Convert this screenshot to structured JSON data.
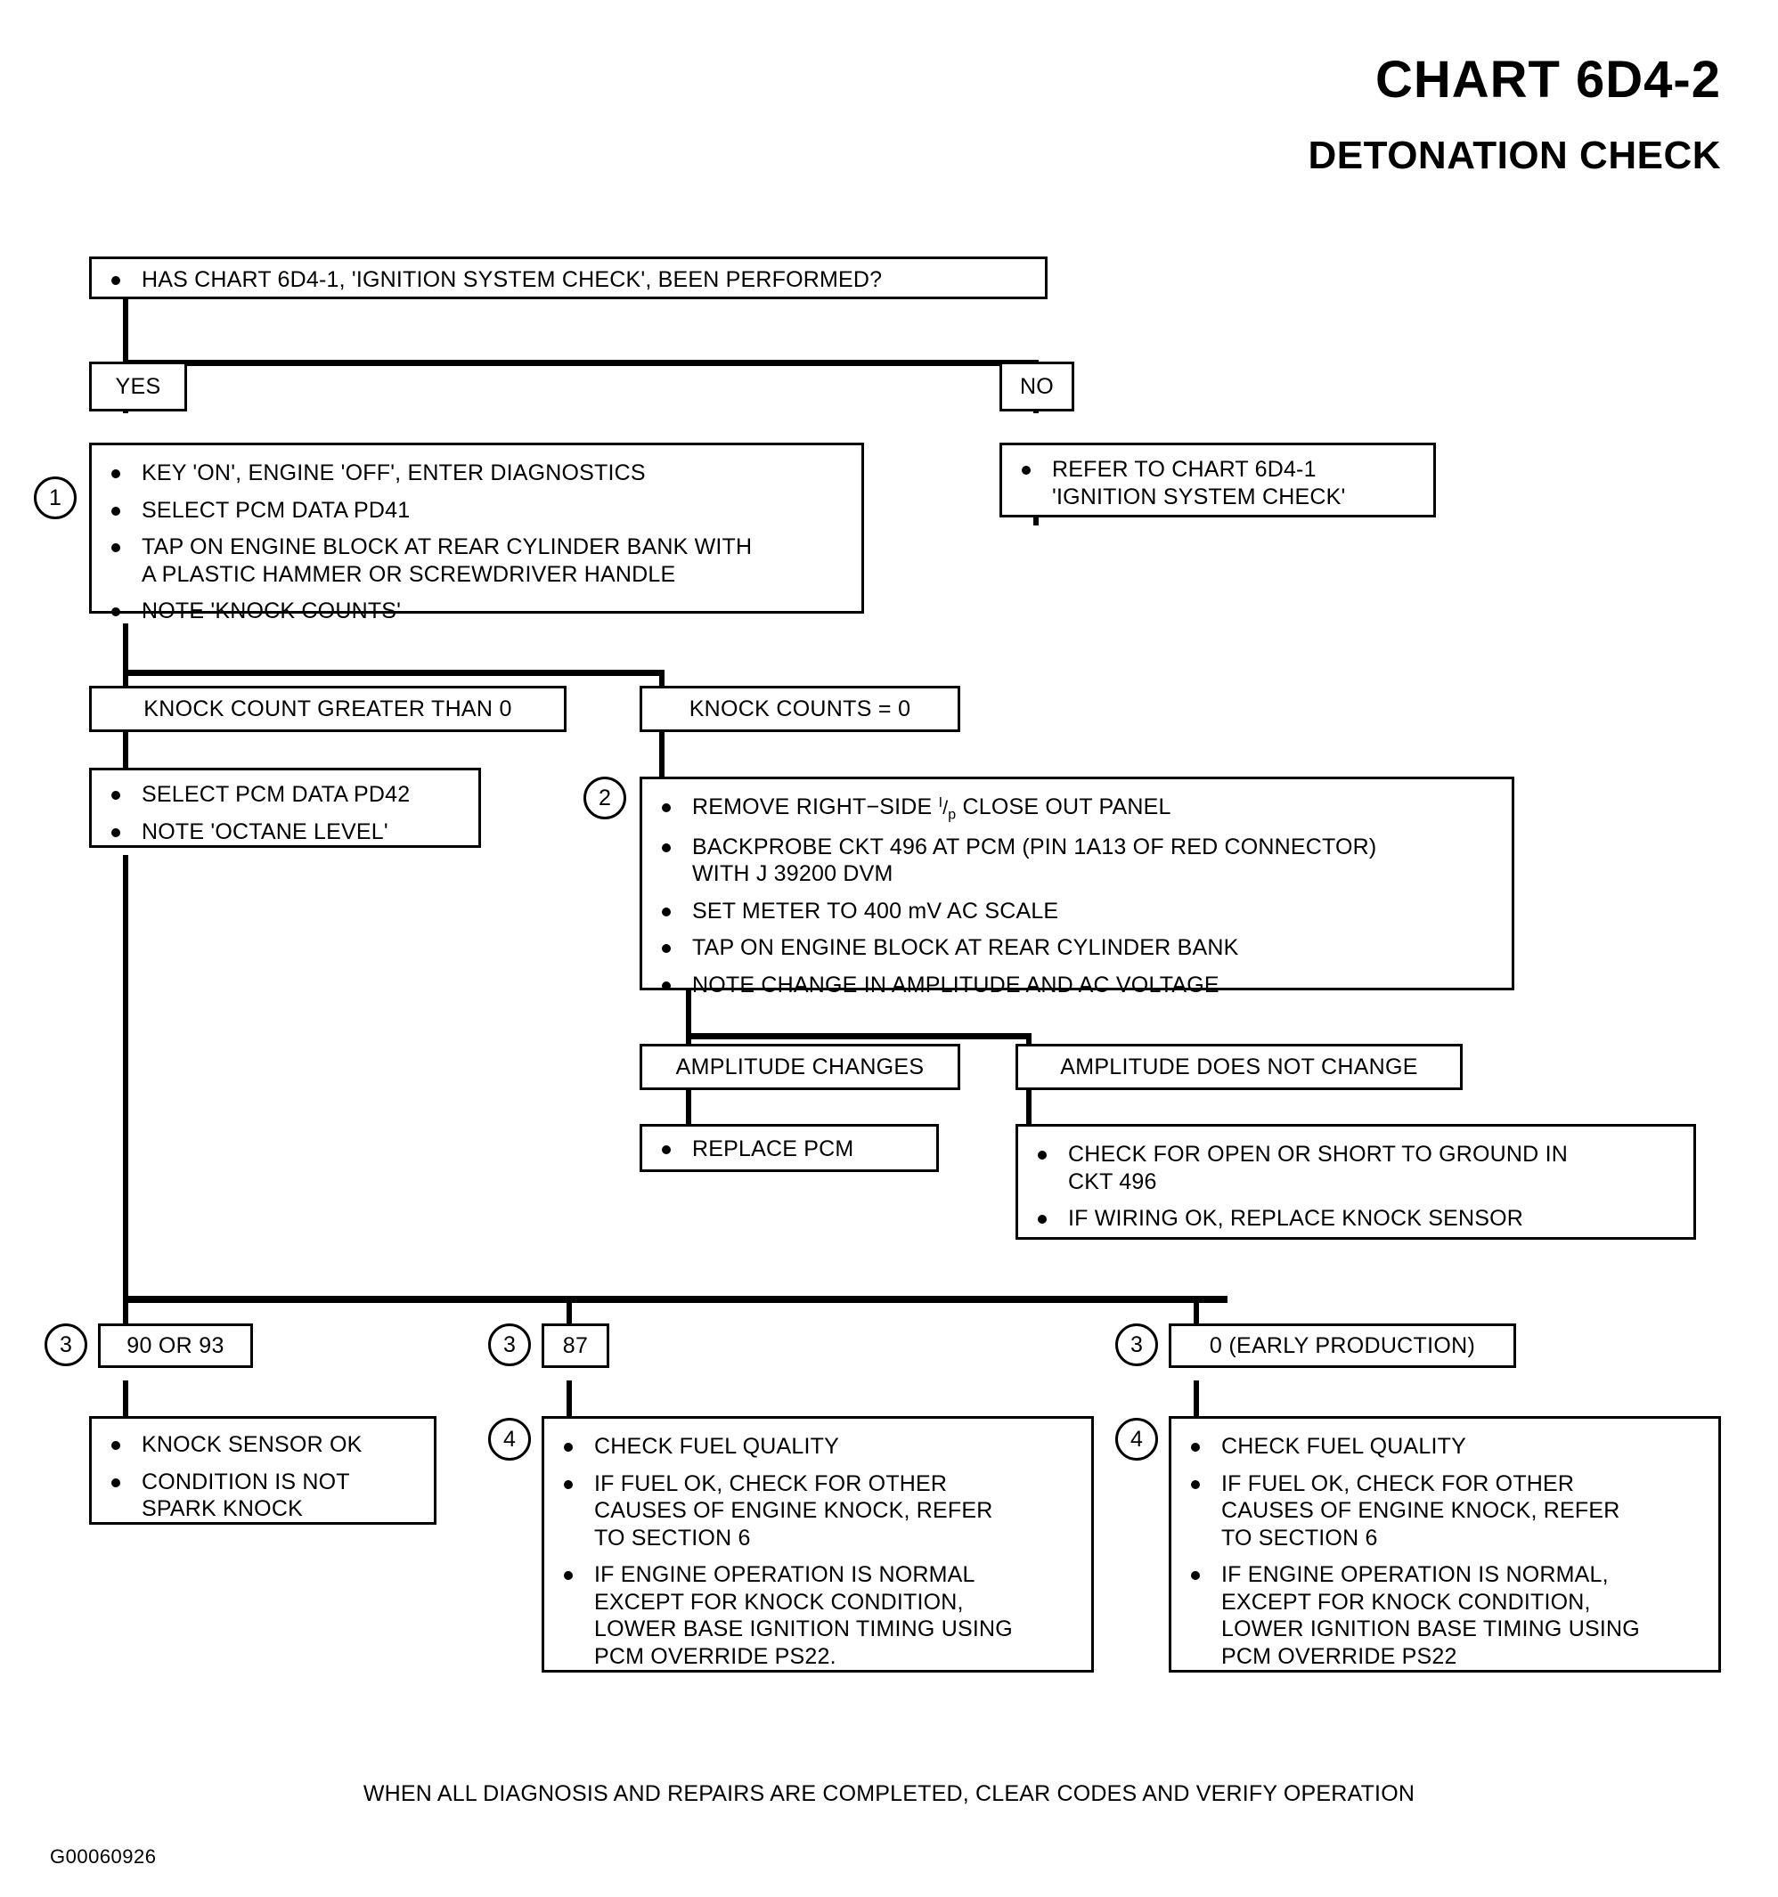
{
  "header": {
    "chart_number": "CHART 6D4-2",
    "chart_title": "DETONATION CHECK"
  },
  "nodes": {
    "question": {
      "items": [
        "HAS CHART 6D4-1, 'IGNITION SYSTEM CHECK', BEEN PERFORMED?"
      ]
    },
    "yes_label": "YES",
    "no_label": "NO",
    "step1": {
      "marker": "1",
      "items": [
        "KEY 'ON', ENGINE 'OFF', ENTER DIAGNOSTICS",
        "SELECT PCM DATA PD41",
        "TAP ON ENGINE BLOCK AT REAR CYLINDER BANK WITH\nA PLASTIC HAMMER OR SCREWDRIVER HANDLE",
        "NOTE 'KNOCK COUNTS'"
      ]
    },
    "refer_6d4_1": {
      "items": [
        "REFER TO CHART 6D4-1\n'IGNITION SYSTEM CHECK'"
      ]
    },
    "knock_gt_zero": "KNOCK COUNT GREATER THAN 0",
    "knock_eq_zero": "KNOCK COUNTS = 0",
    "octane_read": {
      "items": [
        "SELECT PCM DATA PD42",
        "NOTE 'OCTANE LEVEL'"
      ]
    },
    "step2": {
      "marker": "2",
      "items": [
        "REMOVE RIGHT-SIDE I/p CLOSE OUT PANEL",
        "BACKPROBE CKT 496 AT PCM (PIN 1A13 OF RED CONNECTOR)\nWITH J 39200 DVM",
        "SET  METER TO 400 mV AC SCALE",
        "TAP ON ENGINE BLOCK AT REAR CYLINDER BANK",
        "NOTE CHANGE IN AMPLITUDE AND AC VOLTAGE"
      ]
    },
    "amp_changes": "AMPLITUDE CHANGES",
    "amp_no_change": "AMPLITUDE DOES NOT CHANGE",
    "replace_pcm": {
      "items": [
        "REPLACE  PCM"
      ]
    },
    "check_open_short": {
      "items": [
        "CHECK FOR OPEN OR SHORT TO GROUND IN\nCKT 496",
        "IF WIRING OK, REPLACE KNOCK SENSOR"
      ]
    },
    "octane_90_93": {
      "marker": "3",
      "label": "90 OR 93"
    },
    "octane_87": {
      "marker": "3",
      "label": "87"
    },
    "octane_0": {
      "marker": "3",
      "label": "0 (EARLY PRODUCTION)"
    },
    "sensor_ok": {
      "items": [
        "KNOCK SENSOR OK",
        "CONDITION IS NOT\nSPARK KNOCK"
      ]
    },
    "fuel_check_87": {
      "marker": "4",
      "items": [
        "CHECK FUEL QUALITY",
        "IF FUEL OK, CHECK FOR OTHER\nCAUSES OF ENGINE KNOCK, REFER\nTO SECTION 6",
        "IF ENGINE OPERATION IS NORMAL\nEXCEPT FOR KNOCK CONDITION,\nLOWER BASE IGNITION TIMING USING\nPCM OVERRIDE PS22."
      ]
    },
    "fuel_check_0": {
      "marker": "4",
      "items": [
        "CHECK FUEL QUALITY",
        "IF FUEL OK, CHECK FOR OTHER\nCAUSES OF ENGINE KNOCK, REFER\nTO SECTION 6",
        "IF ENGINE OPERATION IS NORMAL,\nEXCEPT FOR KNOCK CONDITION,\nLOWER IGNITION BASE TIMING USING\nPCM OVERRIDE PS22"
      ]
    }
  },
  "footer": {
    "note": "WHEN ALL DIAGNOSIS AND REPAIRS ARE COMPLETED, CLEAR CODES AND VERIFY OPERATION",
    "doc_id": "G00060926"
  },
  "colors": {
    "ink": "#000000",
    "paper": "#ffffff"
  }
}
